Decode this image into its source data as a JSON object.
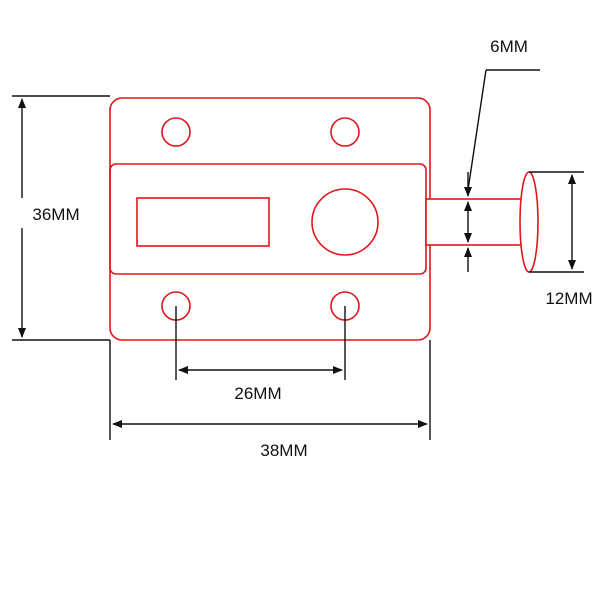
{
  "colors": {
    "outline": "#e0161b",
    "dimension_line": "#111111",
    "background": "#ffffff"
  },
  "dimensions": {
    "height_label": "36MM",
    "hole_spacing_label": "26MM",
    "width_label": "38MM",
    "bolt_diameter_label": "6MM",
    "knob_height_label": "12MM"
  }
}
